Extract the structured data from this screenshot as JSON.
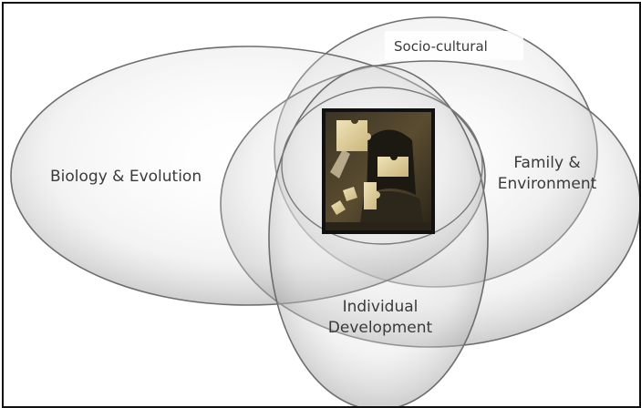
{
  "diagram": {
    "labels": {
      "socio_cultural": "Socio-cultural",
      "biology_evolution": "Biology & Evolution",
      "family_line1": "Family &",
      "family_line2": "Environment",
      "individual_line1": "Individual",
      "individual_line2": "Development"
    },
    "colors": {
      "ellipse_fill": "#e6e6e6",
      "ellipse_stroke": "#707070",
      "background": "#ffffff",
      "text": "#3a3a3a"
    },
    "central_image": {
      "icon": "puzzle-portrait-icon"
    }
  }
}
